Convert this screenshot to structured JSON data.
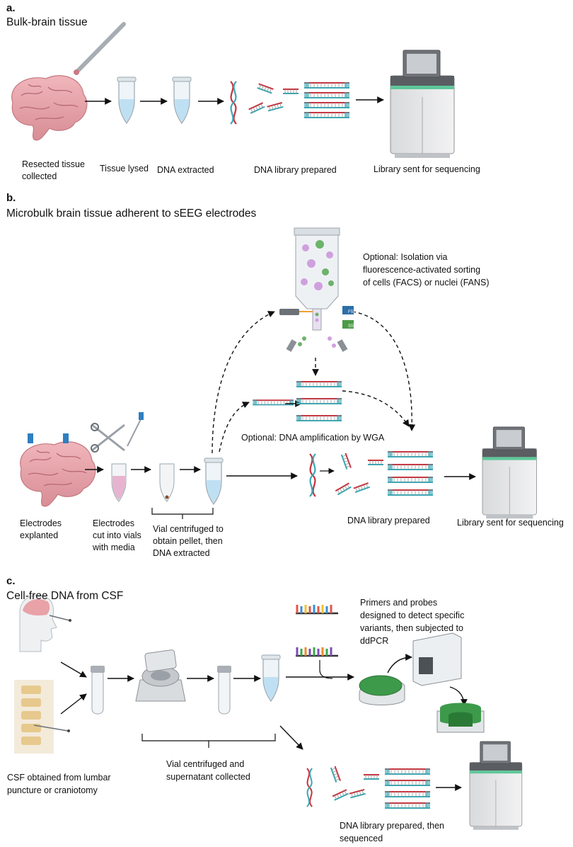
{
  "panel_a": {
    "letter": "a.",
    "title": "Bulk-brain tissue",
    "steps": {
      "resected": [
        "Resected tissue",
        "collected"
      ],
      "lysed": "Tissue lysed",
      "extracted": "DNA extracted",
      "library": "DNA library prepared",
      "sent": "Library sent for sequencing"
    }
  },
  "panel_b": {
    "letter": "b.",
    "title": "Microbulk brain tissue adherent to sEEG electrodes",
    "facs_note": [
      "Optional: Isolation via",
      "fluorescence-activated sorting",
      "of cells (FACS) or nuclei (FANS)"
    ],
    "facs_labels": {
      "fsc": "FSC",
      "ssc": "SSC"
    },
    "wga_note": "Optional: DNA amplification by WGA",
    "steps": {
      "explanted": [
        "Electrodes",
        "explanted"
      ],
      "cut": [
        "Electrodes",
        "cut into vials",
        "with media"
      ],
      "centrifuged": [
        "Vial centrifuged to",
        "obtain pellet, then",
        "DNA extracted"
      ],
      "library": "DNA library prepared",
      "sent": "Library sent for sequencing"
    }
  },
  "panel_c": {
    "letter": "c.",
    "title": "Cell-free DNA from CSF",
    "ddpcr_note": [
      "Primers and probes",
      "designed to detect specific",
      "variants, then subjected to",
      "ddPCR"
    ],
    "steps": {
      "csf": [
        "CSF obtained from lumbar",
        "puncture or craniotomy"
      ],
      "centrifuged": [
        "Vial centrifuged and",
        "supernatant collected"
      ],
      "library": [
        "DNA library prepared, then",
        "sequenced"
      ]
    }
  },
  "colors": {
    "arrow": "#111111",
    "brain": "#e8a2a8",
    "brain_dark": "#c97a83",
    "dna_red": "#c8323c",
    "dna_teal": "#3aa7b4",
    "tube_blue": "#bfe0f2",
    "sequencer_accent": "#5fc79a",
    "electrode_blue": "#2f7fc0",
    "ddpcr_green": "#3d9a4a"
  }
}
